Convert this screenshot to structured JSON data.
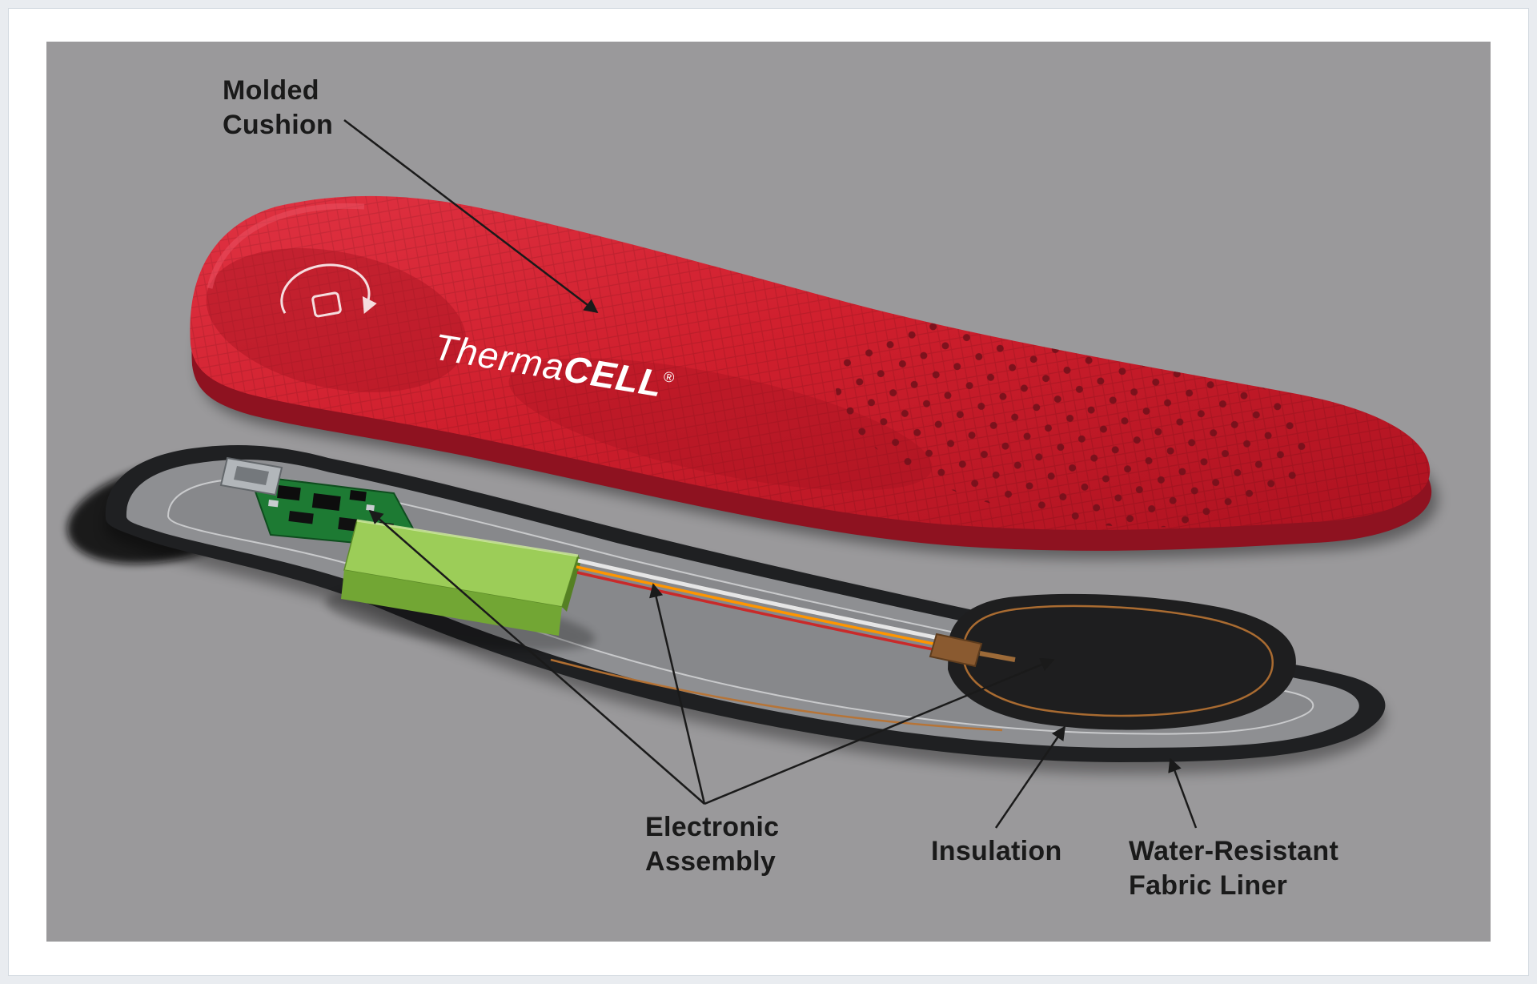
{
  "scene": {
    "page_color": "#e9ecf0",
    "frame_color": "#ffffff",
    "background_color": "#9a999b"
  },
  "brand": {
    "name": "ThermaCELL",
    "part_regular": "Therma",
    "part_bold": "CELL",
    "registered_mark": "®"
  },
  "callouts": {
    "molded_cushion": "Molded\nCushion",
    "electronic_assembly": "Electronic\nAssembly",
    "insulation": "Insulation",
    "water_resistant": "Water-Resistant\nFabric Liner"
  },
  "colors": {
    "cushion_red": "#cf1f2d",
    "cushion_side_red": "#8e1220",
    "battery_green": "#9ccd58",
    "battery_front_green": "#72a634",
    "battery_end_green": "#558023",
    "pcb_green": "#1d7a33",
    "heating_pad_dark": "#1e1e1f",
    "liner_black": "#1f2022",
    "inner_gray": "#8e8f92",
    "inner_zone_gray": "#87888b",
    "copper_wire": "#b87333",
    "wire_orange": "#ff9500",
    "wire_red": "#c92a2a",
    "wire_white": "#e6e6e6",
    "label_text": "#1a1a1a"
  }
}
